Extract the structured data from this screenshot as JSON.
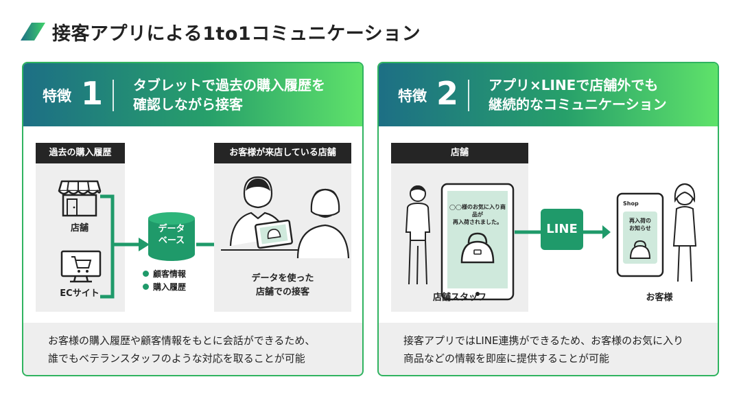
{
  "page": {
    "title": "接客アプリによる1to1コミュニケーション"
  },
  "card1": {
    "feature_label": "特徴",
    "feature_number": "1",
    "heading_line1": "タブレットで過去の購入履歴を",
    "heading_line2": "確認しながら接客",
    "left_panel_tag": "過去の購入履歴",
    "store_label": "店舗",
    "ec_label": "ECサイト",
    "database_line1": "データ",
    "database_line2": "ベース",
    "bullets": [
      "顧客情報",
      "購入履歴"
    ],
    "right_panel_tag": "お客様が来店している店舗",
    "right_caption_line1": "データを使った",
    "right_caption_line2": "店舗での接客",
    "footer_line1": "お客様の購入履歴や顧客情報をもとに会話ができるため、",
    "footer_line2": "誰でもベテランスタッフのような対応を取ることが可能"
  },
  "card2": {
    "feature_label": "特徴",
    "feature_number": "2",
    "heading_line1": "アプリ×LINEで店舗外でも",
    "heading_line2": "継続的なコミュニケーション",
    "store_tag": "店舗",
    "tablet_msg_line1": "◯◯様のお気に入り商品が",
    "tablet_msg_line2": "再入荷されました。",
    "line_label": "LINE",
    "phone_shop": "Shop",
    "phone_msg_line1": "再入荷の",
    "phone_msg_line2": "お知らせ",
    "staff_caption": "店舗スタッフ",
    "customer_caption": "お客様",
    "footer_line1": "接客アプリではLINE連携ができるため、お客様のお気に入り",
    "footer_line2": "商品などの情報を即座に提供することが可能"
  },
  "colors": {
    "accent_green": "#1f9a6a",
    "gradient_start": "#1d6f85",
    "gradient_end": "#5fe26a",
    "panel_gray": "#eeeeee",
    "tag_black": "#252525"
  },
  "icons": [
    "title-slash-icon",
    "storefront-icon",
    "shopping-cart-icon",
    "database-icon",
    "staff-with-tablet-icon",
    "customer-icon",
    "tablet-icon",
    "handbag-icon",
    "smartphone-icon",
    "arrow-right-icon"
  ]
}
